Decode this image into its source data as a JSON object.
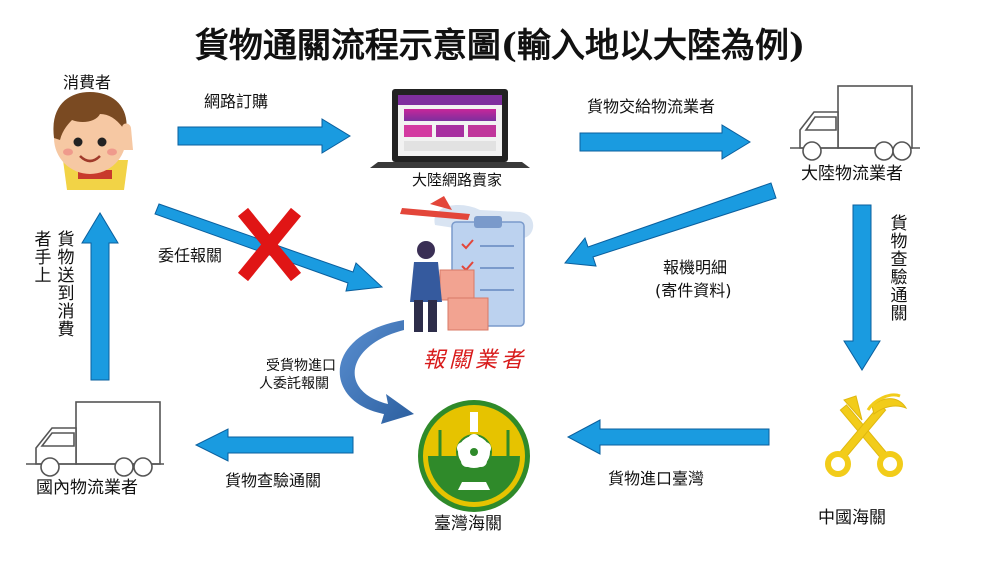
{
  "title": "貨物通關流程示意圖(輸入地以大陸為例)",
  "nodes": {
    "consumer": "消費者",
    "mainland_seller": "大陸網路賣家",
    "mainland_logistics": "大陸物流業者",
    "broker": "報關業者",
    "china_customs": "中國海關",
    "taiwan_customs": "臺灣海關",
    "domestic_logistics": "國內物流業者"
  },
  "flows": {
    "online_order": "網路訂購",
    "hand_to_logistics": "貨物交給物流業者",
    "inspection_clearance_vertical": "貨物查驗通關",
    "declaration_detail_line1": "報機明細",
    "declaration_detail_line2": "(寄件資料)",
    "entrust_declaration": "委任報關",
    "import_to_taiwan": "貨物進口臺灣",
    "inspection_clearance": "貨物查驗通關",
    "deliver_to_consumer_col1": "貨物送到消費",
    "deliver_to_consumer_col2": "者手上",
    "entrusted_line1": "受貨物進口",
    "entrusted_line2": "人委託報關"
  },
  "colors": {
    "arrow": "#1a9be0",
    "arrow_stroke": "#0a5f9e",
    "cross": "#e01515",
    "customs_green": "#2f8a2a",
    "customs_yellow": "#e6c300",
    "broker_text": "#d81a1a",
    "curve_arrow": "#3f78b8"
  },
  "icons": [
    "child-avatar-icon",
    "laptop-icon",
    "truck-icon",
    "clipboard-worker-icon",
    "hermes-keys-icon",
    "customs-emblem-icon",
    "cross-mark-icon"
  ]
}
